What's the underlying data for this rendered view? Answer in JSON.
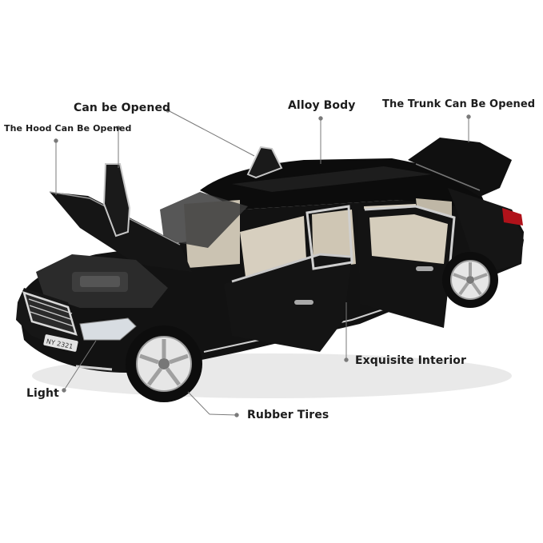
{
  "callouts": {
    "can_be_opened": "Can be Opened",
    "hood_can_be_opened": "The Hood Can Be Opened",
    "alloy_body": "Alloy Body",
    "trunk_can_be_opened": "The Trunk Can Be Opened",
    "exquisite_interior": "Exquisite Interior",
    "light": "Light",
    "rubber_tires": "Rubber Tires"
  },
  "colors": {
    "car_body": "#111111",
    "interior": "#d9d2c4",
    "chrome": "#c8c8c8",
    "callout_line": "#7a7a7a",
    "label_text": "#1c1c1c"
  },
  "license_plate": "NY 2321"
}
